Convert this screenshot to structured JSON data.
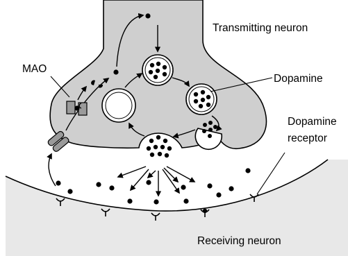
{
  "labels": {
    "transmitting": "Transmitting neuron",
    "dopamine": "Dopamine",
    "receptor_line1": "Dopamine",
    "receptor_line2": "receptor",
    "mao": "MAO",
    "receiving": "Receiving neuron"
  },
  "colors": {
    "neuron_fill": "#cfcfcf",
    "receiving_fill": "#e8e8e8",
    "vesicle_fill": "#ffffff",
    "molecule": "#000000",
    "mao_enzyme": "#9a9a9a"
  }
}
